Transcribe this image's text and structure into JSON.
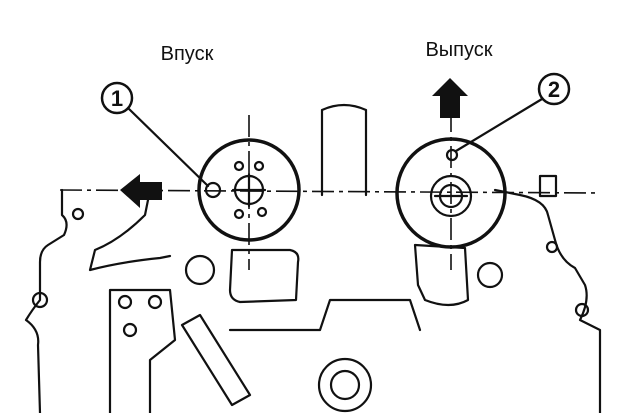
{
  "labels": {
    "intake": "Впуск",
    "exhaust": "Выпуск",
    "callout_1": "1",
    "callout_2": "2"
  },
  "icons": [
    "arrow-left-icon",
    "arrow-up-icon"
  ],
  "colors": {
    "line": "#111111",
    "background": "#ffffff"
  }
}
